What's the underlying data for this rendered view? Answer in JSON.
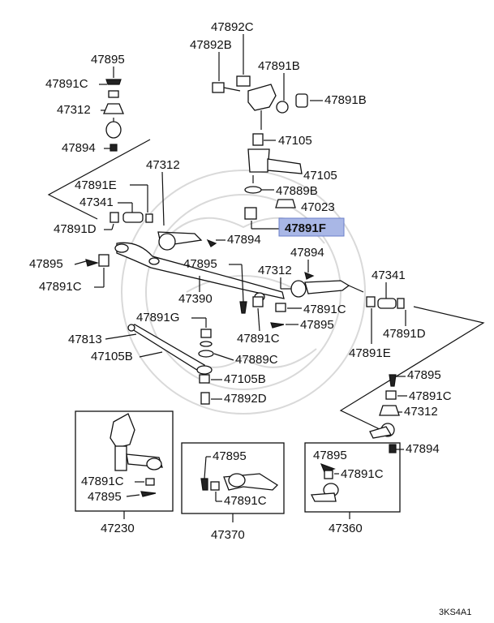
{
  "callouts": {
    "p47892C": "47892C",
    "p47892B": "47892B",
    "p47891B_top": "47891B",
    "p47891B_right": "47891B",
    "p47895_tl": "47895",
    "p47891C_tl": "47891C",
    "p47312_tl": "47312",
    "p47894_tl": "47894",
    "p47105_a": "47105",
    "p47105_b": "47105",
    "p47889B": "47889B",
    "p47023": "47023",
    "p47891F": "47891F",
    "p47312_mid": "47312",
    "p47891E_l": "47891E",
    "p47341_l": "47341",
    "p47891D_l": "47891D",
    "p47894_mid": "47894",
    "p47895_l": "47895",
    "p47891C_l": "47891C",
    "p47895_mid": "47895",
    "p47390": "47390",
    "p47894_r": "47894",
    "p47312_r": "47312",
    "p47341_r": "47341",
    "p47891C_mid": "47891C",
    "p47891C_mid2": "47891C",
    "p47895_mid2": "47895",
    "p47891D_r": "47891D",
    "p47891E_r": "47891E",
    "p47891G": "47891G",
    "p47813": "47813",
    "p47105B_l": "47105B",
    "p47889C": "47889C",
    "p47105B_r": "47105B",
    "p47892D": "47892D",
    "p47895_rr": "47895",
    "p47891C_rr": "47891C",
    "p47312_rr": "47312",
    "p47894_rr": "47894",
    "box1_47891C": "47891C",
    "box1_47895": "47895",
    "box1_title": "47230",
    "box2_47895": "47895",
    "box2_47891C": "47891C",
    "box2_title": "47370",
    "box3_47895": "47895",
    "box3_47891C": "47891C",
    "box3_title": "47360",
    "diagram_code": "3KS4A1"
  },
  "highlight": {
    "part": "47891F",
    "color": "#a9b7e6"
  }
}
